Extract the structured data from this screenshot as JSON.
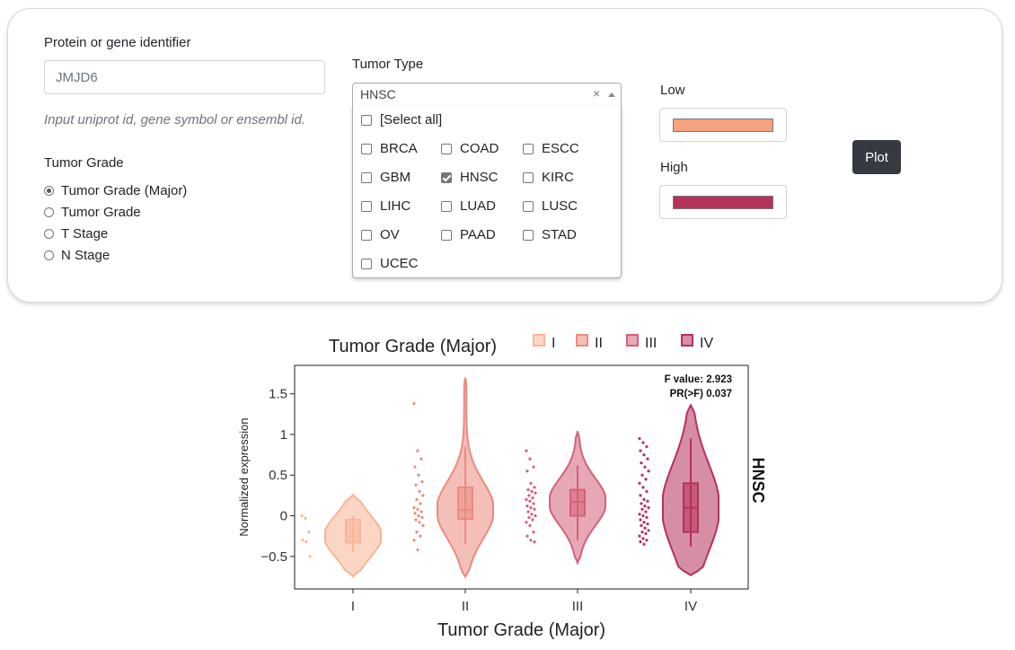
{
  "form": {
    "identifier_label": "Protein or gene identifier",
    "identifier_value": "JMJD6",
    "identifier_hint": "Input uniprot id, gene symbol or ensembl id.",
    "tumor_grade_label": "Tumor Grade",
    "grade_options": [
      {
        "label": "Tumor Grade (Major)",
        "selected": true
      },
      {
        "label": "Tumor Grade",
        "selected": false
      },
      {
        "label": "T Stage",
        "selected": false
      },
      {
        "label": "N Stage",
        "selected": false
      }
    ],
    "tumor_type_label": "Tumor Type",
    "tumor_type_value": "HNSC",
    "tumor_type_clear": "×",
    "select_all_label": "[Select all]",
    "tumor_types": [
      {
        "label": "BRCA",
        "checked": false
      },
      {
        "label": "COAD",
        "checked": false
      },
      {
        "label": "ESCC",
        "checked": false
      },
      {
        "label": "GBM",
        "checked": false
      },
      {
        "label": "HNSC",
        "checked": true
      },
      {
        "label": "KIRC",
        "checked": false
      },
      {
        "label": "LIHC",
        "checked": false
      },
      {
        "label": "LUAD",
        "checked": false
      },
      {
        "label": "LUSC",
        "checked": false
      },
      {
        "label": "OV",
        "checked": false
      },
      {
        "label": "PAAD",
        "checked": false
      },
      {
        "label": "STAD",
        "checked": false
      },
      {
        "label": "UCEC",
        "checked": false
      }
    ],
    "low_label": "Low",
    "low_color": "#F5A37E",
    "high_label": "High",
    "high_color": "#B5325A",
    "plot_button": "Plot"
  },
  "chart_data": {
    "type": "violin",
    "legend_title": "Tumor Grade (Major)",
    "categories": [
      "I",
      "II",
      "III",
      "IV"
    ],
    "colors": [
      "#F9B596",
      "#EB8B7E",
      "#D46079",
      "#B5325A"
    ],
    "xlabel": "Tumor Grade (Major)",
    "ylabel": "Normalized expression",
    "facet_label": "HNSC",
    "ylim": [
      -0.9,
      1.85
    ],
    "yticks": [
      1.5,
      1,
      0.5,
      0,
      -0.5
    ],
    "ytick_labels": [
      "1.5",
      "1",
      "0.5",
      "0",
      "−0.5"
    ],
    "annotation": [
      "F value: 2.923",
      "PR(>F) 0.037"
    ],
    "series": [
      {
        "name": "I",
        "min": -0.75,
        "max": 0.26,
        "box": {
          "q1": -0.33,
          "median": -0.25,
          "q3": -0.05,
          "low": -0.45,
          "high": 0.0
        },
        "points": [
          0.0,
          -0.03,
          -0.2,
          -0.3,
          -0.32,
          -0.5
        ]
      },
      {
        "name": "II",
        "min": -0.75,
        "max": 1.7,
        "box": {
          "q1": -0.04,
          "median": 0.07,
          "q3": 0.35,
          "low": -0.35,
          "high": 0.85
        },
        "points": [
          1.38,
          0.8,
          0.7,
          0.6,
          0.5,
          0.42,
          0.38,
          0.3,
          0.25,
          0.2,
          0.15,
          0.1,
          0.08,
          0.05,
          0.03,
          0.0,
          -0.02,
          -0.05,
          -0.08,
          -0.12,
          -0.2,
          -0.25,
          -0.3,
          -0.42
        ]
      },
      {
        "name": "III",
        "min": -0.58,
        "max": 1.04,
        "box": {
          "q1": 0.0,
          "median": 0.17,
          "q3": 0.32,
          "low": -0.3,
          "high": 0.62
        },
        "points": [
          0.8,
          0.7,
          0.6,
          0.55,
          0.4,
          0.35,
          0.32,
          0.3,
          0.28,
          0.25,
          0.22,
          0.2,
          0.18,
          0.15,
          0.12,
          0.1,
          0.08,
          0.05,
          0.02,
          0.0,
          -0.02,
          -0.05,
          -0.08,
          -0.12,
          -0.2,
          -0.25,
          -0.3,
          -0.32
        ]
      },
      {
        "name": "IV",
        "min": -0.73,
        "max": 1.36,
        "box": {
          "q1": -0.2,
          "median": 0.1,
          "q3": 0.4,
          "low": -0.38,
          "high": 0.95
        },
        "points": [
          0.95,
          0.9,
          0.85,
          0.8,
          0.75,
          0.7,
          0.65,
          0.6,
          0.55,
          0.5,
          0.45,
          0.4,
          0.35,
          0.3,
          0.25,
          0.2,
          0.18,
          0.15,
          0.12,
          0.1,
          0.08,
          0.05,
          0.02,
          0.0,
          -0.02,
          -0.05,
          -0.08,
          -0.1,
          -0.12,
          -0.15,
          -0.18,
          -0.2,
          -0.22,
          -0.25,
          -0.28,
          -0.3,
          -0.32,
          -0.35
        ]
      }
    ]
  }
}
